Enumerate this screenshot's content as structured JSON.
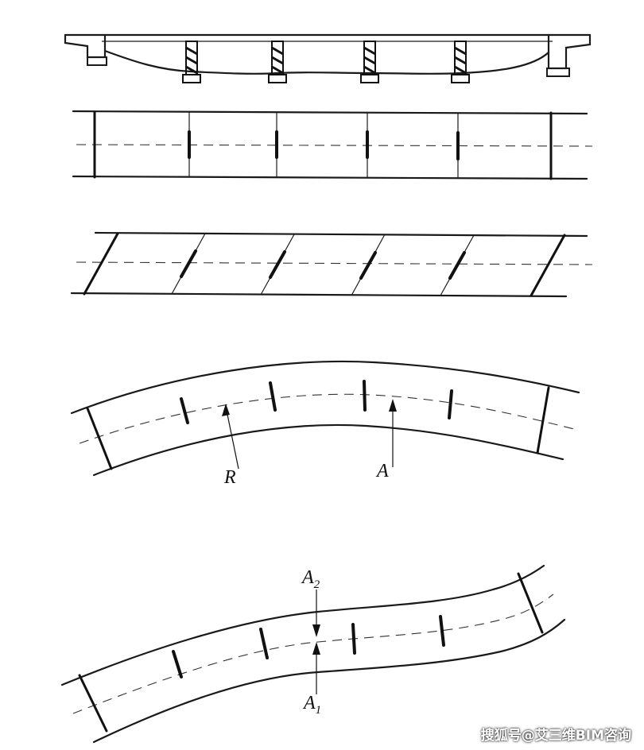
{
  "labels": {
    "radius": "R",
    "curve_point": "A",
    "reverse_top_main": "A",
    "reverse_top_sub": "2",
    "reverse_bottom_main": "A",
    "reverse_bottom_sub": "1"
  },
  "watermark": "搜狐号@艾三维BIM咨询",
  "colors": {
    "line": "#1a1a1a",
    "background": "#ffffff"
  }
}
